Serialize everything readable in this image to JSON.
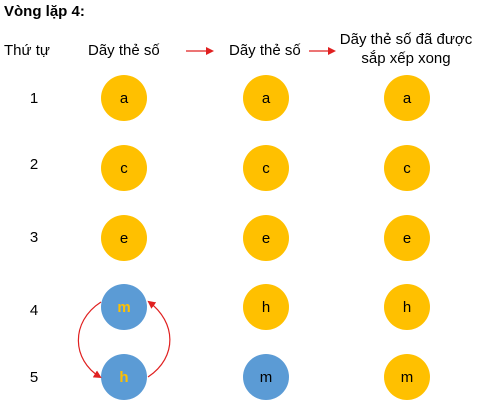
{
  "title": "Vòng lặp 4:",
  "headers": {
    "order": "Thứ tự",
    "col1": "Dãy thẻ số",
    "col2": "Dãy thẻ số",
    "col3_line1": "Dãy thẻ số đã được",
    "col3_line2": "sắp xếp xong"
  },
  "rows": [
    "1",
    "2",
    "3",
    "4",
    "5"
  ],
  "col1": [
    "a",
    "c",
    "e",
    "m",
    "h"
  ],
  "col2": [
    "a",
    "c",
    "e",
    "h",
    "m"
  ],
  "col3": [
    "a",
    "c",
    "e",
    "h",
    "m"
  ],
  "colors": {
    "yellow": "#FFC000",
    "blue": "#5B9BD5",
    "arrow": "#E02020"
  }
}
